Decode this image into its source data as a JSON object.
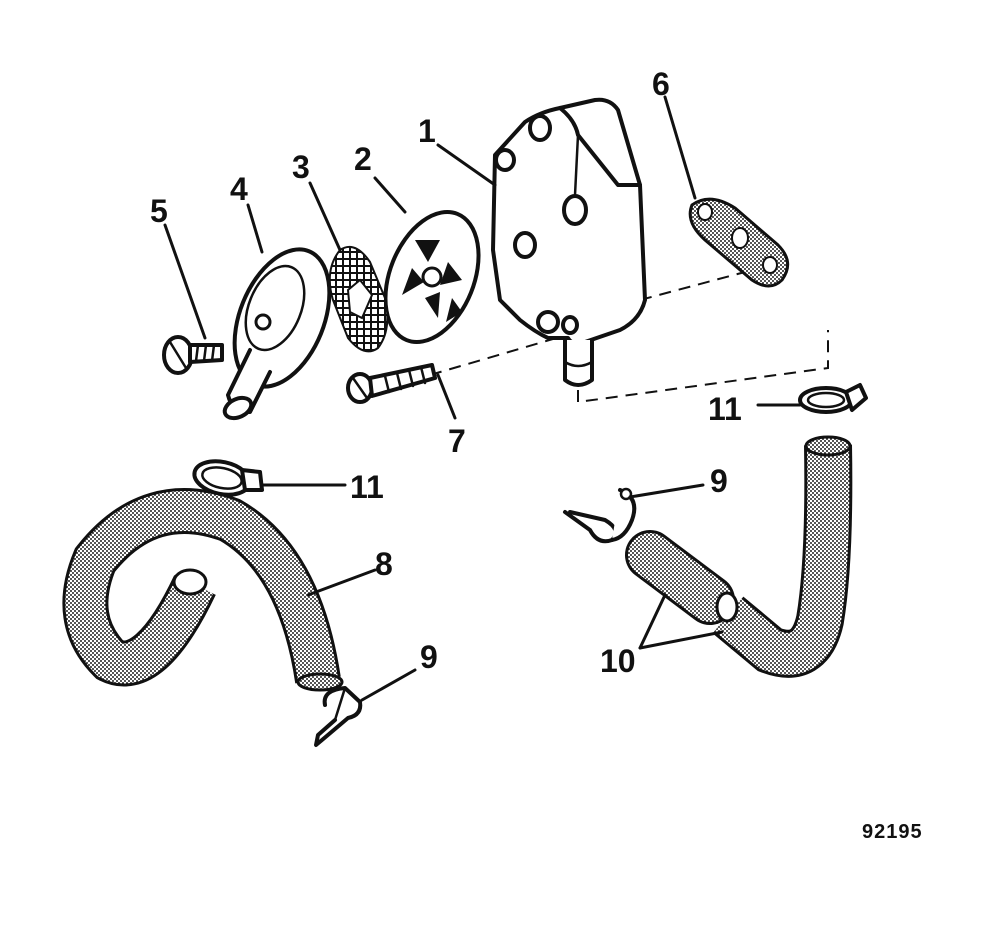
{
  "callouts": {
    "pump_body": "1",
    "filter_disc": "2",
    "screen": "3",
    "cover": "4",
    "cover_screw": "5",
    "gasket": "6",
    "mount_screw": "7",
    "hose_left": "8",
    "clip_left": "9",
    "clip_right": "9",
    "hose_right": "10",
    "clamp_right": "11",
    "clamp_left": "11"
  },
  "figure_number": "92195"
}
